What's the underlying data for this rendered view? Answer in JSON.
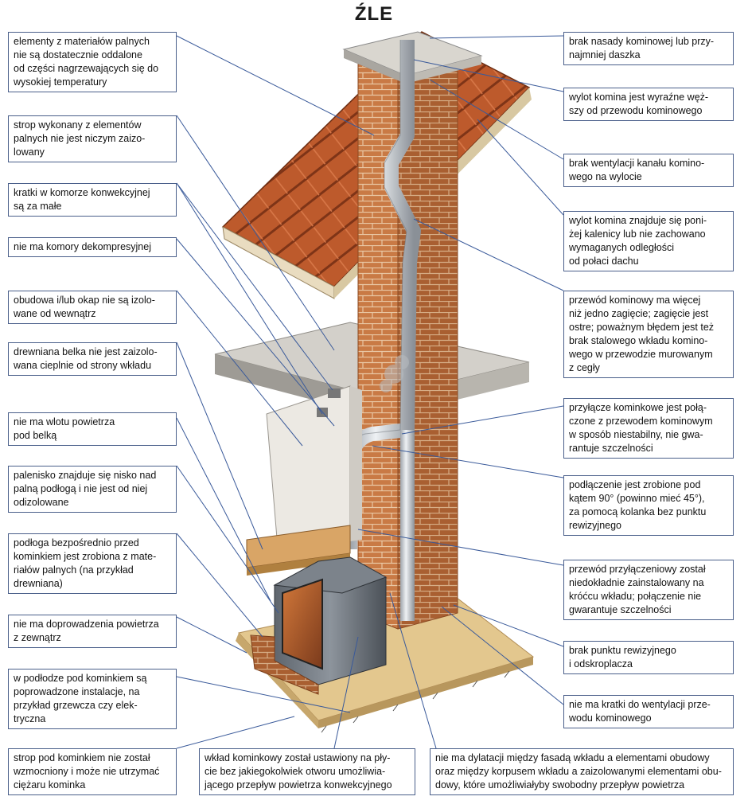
{
  "title": "ŹLE",
  "left_labels": [
    "elementy z materiałów palnych\nnie są dostatecznie oddalone\nod części nagrzewających się do\nwysokiej temperatury",
    "strop wykonany z elementów\npalnych nie jest niczym zaizo-\nlowany",
    "kratki w komorze konwekcyjnej\nsą za małe",
    "nie ma komory dekompresyjnej",
    "obudowa i/lub okap nie są izolo-\nwane od wewnątrz",
    "drewniana belka nie jest zaizolo-\nwana cieplnie od strony wkładu",
    "nie ma wlotu powietrza\npod belką",
    "palenisko znajduje się nisko nad\npalną podłogą i nie jest od niej\nodizolowane",
    "podłoga bezpośrednio przed\nkominkiem jest zrobiona z mate-\nriałów palnych (na przykład\ndrewniana)",
    "nie ma doprowadzenia powietrza\nz zewnątrz",
    "w podłodze pod kominkiem są\npoprowadzone instalacje, na\nprzykład grzewcza czy elek-\ntryczna"
  ],
  "right_labels": [
    "brak nasady kominowej lub przy-\nnajmniej daszka",
    "wylot komina jest wyraźne węż-\nszy od przewodu kominowego",
    "brak wentylacji kanału komino-\nwego na wylocie",
    "wylot komina znajduje się poni-\nżej kalenicy lub nie zachowano\nwymaganych odległości\nod połaci dachu",
    "przewód kominowy ma więcej\nniż jedno zagięcie; zagięcie jest\nostre; poważnym błędem jest też\nbrak stalowego wkładu komino-\nwego w przewodzie murowanym\nz cegły",
    "przyłącze kominkowe jest połą-\nczone z przewodem kominowym\nw sposób niestabilny, nie gwa-\nrantuje szczelności",
    "podłączenie jest zrobione pod\nkątem 90° (powinno mieć 45°),\nza pomocą kolanka bez punktu\nrewizyjnego",
    "przewód przyłączeniowy został\nniedokładnie zainstalowany na\nkróćcu wkładu; połączenie nie\ngwarantuje szczelności",
    "brak punktu rewizyjnego\ni odskroplacza",
    "nie ma kratki do wentylacji prze-\nwodu kominowego"
  ],
  "bottom_labels": [
    "strop pod kominkiem nie został\nwzmocniony i może nie utrzymać\nciężaru kominka",
    "wkład kominkowy został ustawiony na pły-\ncie bez jakiegokolwiek otworu umożliwia-\njącego przepływ powietrza konwekcyjnego",
    "nie ma dylatacji między fasadą wkładu a elementami obudowy\noraz między korpusem wkładu a zaizolowanymi elementami obu-\ndowy, które umożliwiałyby swobodny przepływ powietrza"
  ],
  "colors": {
    "border": "#4a5f8a",
    "leader": "#3a5a9a",
    "brick": "#c46a35",
    "roof_tile": "#b9542a",
    "slab": "#c9c6c0",
    "floor": "#e0c48a"
  }
}
